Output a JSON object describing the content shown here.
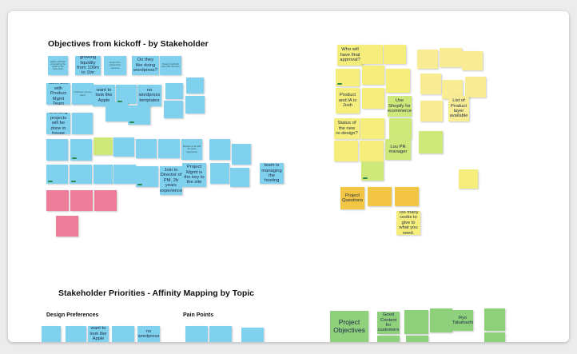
{
  "headings": {
    "objectives": "Objectives from kickoff - by Stakeholder",
    "priorities": "Stakeholder Priorities - Affinity Mapping by Topic",
    "design_prefs": "Design Preferences",
    "pain_points": "Pain Points"
  },
  "stickies": {
    "growing_liquidity": "growing liquidity from 100m to 1bn",
    "do_wordpress": "Do they like doing wordpress?",
    "work_with_product": "work well with Product Mgmt Team",
    "want_look_apple": "want to look like Apple",
    "no_wordpress": "no wordpress templates",
    "branding_projects": "Branding projects will be done in house",
    "review_docs": "Review of the PM 2b years experience",
    "project_mgmt": "Project Mgmt is the key to the site",
    "join_director": "Join to Director of PM, 2b years experience",
    "their_it_team": "Their IT team is managing the hosting account",
    "who_final": "Who will have final approval?",
    "product_ia_josh": "Product and IA is Josh",
    "status_redesign": "Status of the new re-design?",
    "lou_pr": "Lou PR manager",
    "project_questions": "Project Questions",
    "too_many_cooks": "Too many cooks to give to what you need.",
    "list_product_layer": "List of Product layer available",
    "use_shopify": "Use Shopify for ecommerce",
    "project_objectives": "Project Objectives",
    "good_content": "Good Content for customers",
    "ryo_takahashi": "Ryo Takahashi",
    "want_look_apple_2": "want to look like Apple",
    "no_wordpress_2": "no wordpress",
    "tiny_a": "Highly effective at speaking the leads to the sales team",
    "tiny_b": "Notes from stakeholder interview",
    "tiny_c": "Design feedback loop with the team",
    "tiny_d": "Customer journey clarity"
  }
}
